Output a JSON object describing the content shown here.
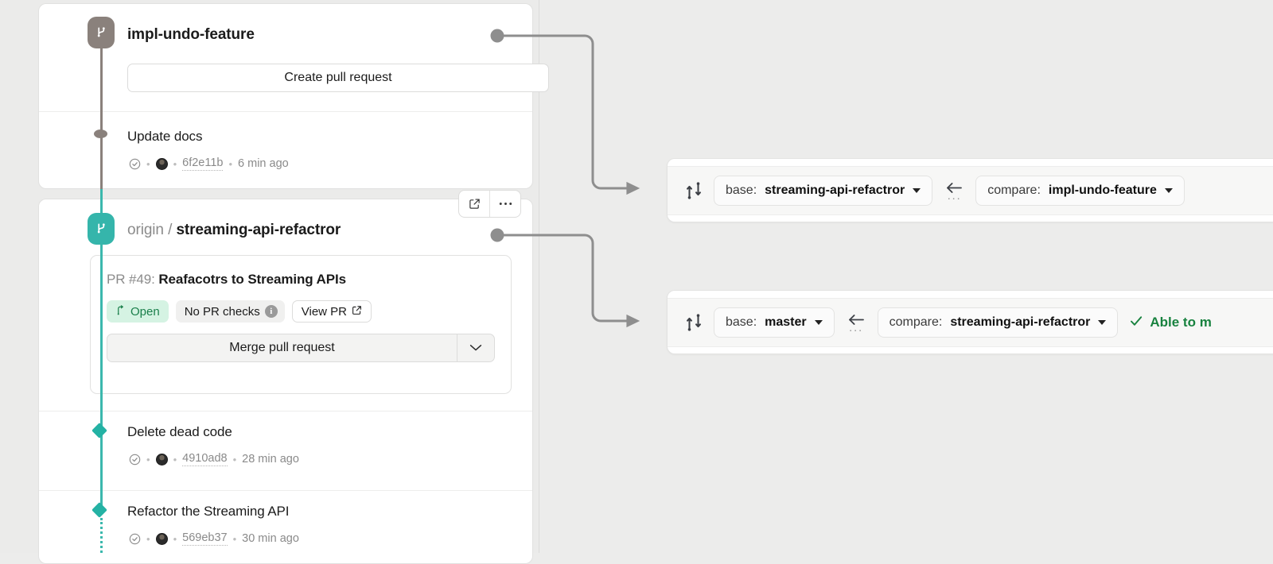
{
  "theme": {
    "accent_teal": "#35b5ab",
    "accent_gray": "#8a817c",
    "success_green": "#18823f",
    "open_badge_bg": "#d5f3e3",
    "open_badge_text": "#1a7f4b",
    "panel_bg": "#ebebea",
    "canvas_bg": "#ececeb"
  },
  "left_panel": {
    "local_branch": {
      "icon": "branch-icon",
      "name": "impl-undo-feature",
      "create_pr_label": "Create pull request",
      "commits": [
        {
          "title": "Update docs",
          "status_icon": "check-circle-icon",
          "author_avatar": "avatar",
          "sha": "6f2e11b",
          "time": "6 min ago"
        }
      ]
    },
    "remote_branch": {
      "icon": "branch-icon",
      "remote_prefix": "origin",
      "separator": "/",
      "name": "streaming-api-refactror",
      "actions": {
        "open_external_icon": "external-link-icon",
        "more_icon": "kebab-menu-icon"
      },
      "pull_request": {
        "number_label": "PR #49:",
        "title": "Reafacotrs to Streaming APIs",
        "state_badge": "Open",
        "state_icon": "pull-request-icon",
        "checks_label": "No PR checks",
        "checks_info_icon": "info-icon",
        "view_pr_label": "View PR",
        "view_pr_icon": "external-link-icon",
        "merge_label": "Merge pull request",
        "merge_caret_icon": "chevron-down-icon"
      },
      "commits": [
        {
          "title": "Delete dead code",
          "status_icon": "check-circle-icon",
          "author_avatar": "avatar",
          "sha": "4910ad8",
          "time": "28 min ago"
        },
        {
          "title": "Refactor the Streaming API",
          "status_icon": "check-circle-icon",
          "author_avatar": "avatar",
          "sha": "569eb37",
          "time": "30 min ago"
        }
      ]
    }
  },
  "compare_cards": [
    {
      "compare_icon": "compare-branches-icon",
      "base_prefix": "base:",
      "base_branch": "streaming-api-refactror",
      "base_caret": "chevron-down-icon",
      "arrow_icon": "arrow-left-icon",
      "arrow_dots": "···",
      "compare_prefix": "compare:",
      "compare_branch": "impl-undo-feature",
      "compare_caret": "chevron-down-icon",
      "status_text": "",
      "status_icon": ""
    },
    {
      "compare_icon": "compare-branches-icon",
      "base_prefix": "base:",
      "base_branch": "master",
      "base_caret": "chevron-down-icon",
      "arrow_icon": "arrow-left-icon",
      "arrow_dots": "···",
      "compare_prefix": "compare:",
      "compare_branch": "streaming-api-refactror",
      "compare_caret": "chevron-down-icon",
      "status_icon": "check-icon",
      "status_text": "Able to m"
    }
  ]
}
